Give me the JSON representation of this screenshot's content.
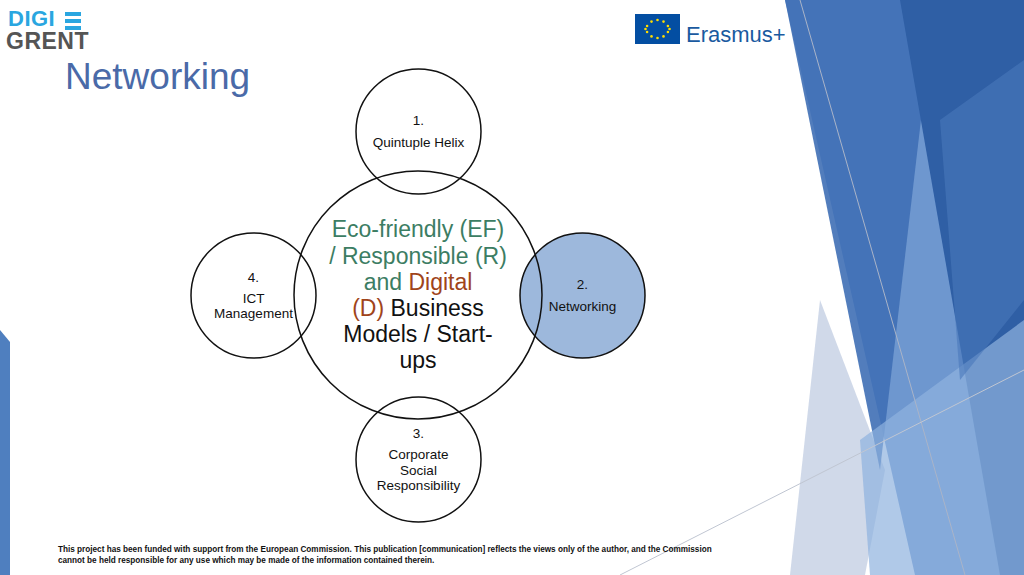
{
  "diagram": {
    "title": "Networking",
    "nodes": [
      {
        "text": [
          "Eco-friendly (EF) / Responsible (R) and",
          "Digital (D)",
          "Business Models / Start-ups"
        ]
      },
      {
        "text": [
          "1.",
          "Quintuple Helix"
        ]
      },
      {
        "text": [
          "2.",
          "Networking"
        ]
      },
      {
        "text": [
          "3.",
          "Corporate Social Responsibility"
        ]
      },
      {
        "text": [
          "4.",
          "ICT Management"
        ]
      }
    ],
    "labels": [
      "DIGI",
      "GRENT",
      "Erasmus+",
      "This project has been funded with support from the European Commission. This publication [communication] reflects the views only of the author, and the Commission cannot be held responsible for any use which may be made of the information contained therein."
    ]
  }
}
